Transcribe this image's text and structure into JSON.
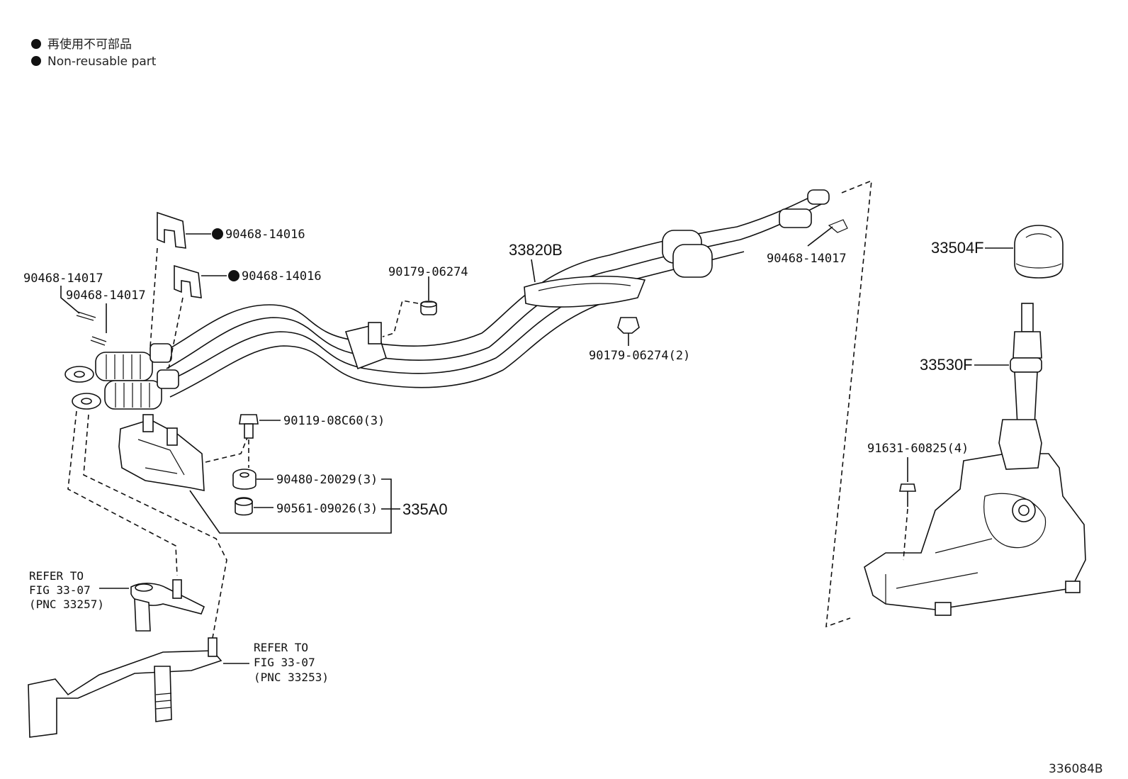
{
  "legend": {
    "items": [
      {
        "text": "再使用不可部品"
      },
      {
        "text": "Non-reusable part"
      }
    ]
  },
  "callouts": {
    "c1": "90468-14016",
    "c2": "90468-14016",
    "c3": "90468-14017",
    "c4": "90468-14017",
    "c5": "90179-06274",
    "c6": "33820B",
    "c7": "90468-14017",
    "c8": "33504F",
    "c9": "90179-06274(2)",
    "c10": "33530F",
    "c11": "90119-08C60(3)",
    "c12": "90480-20029(3)",
    "c13": "90561-09026(3)",
    "c14": "335A0",
    "c15": "91631-60825(4)"
  },
  "references": {
    "r1": [
      "REFER TO",
      "FIG 33-07",
      "(PNC 33257)"
    ],
    "r2": [
      "REFER TO",
      "FIG 33-07",
      "(PNC 33253)"
    ]
  },
  "figure_id": "336084B"
}
